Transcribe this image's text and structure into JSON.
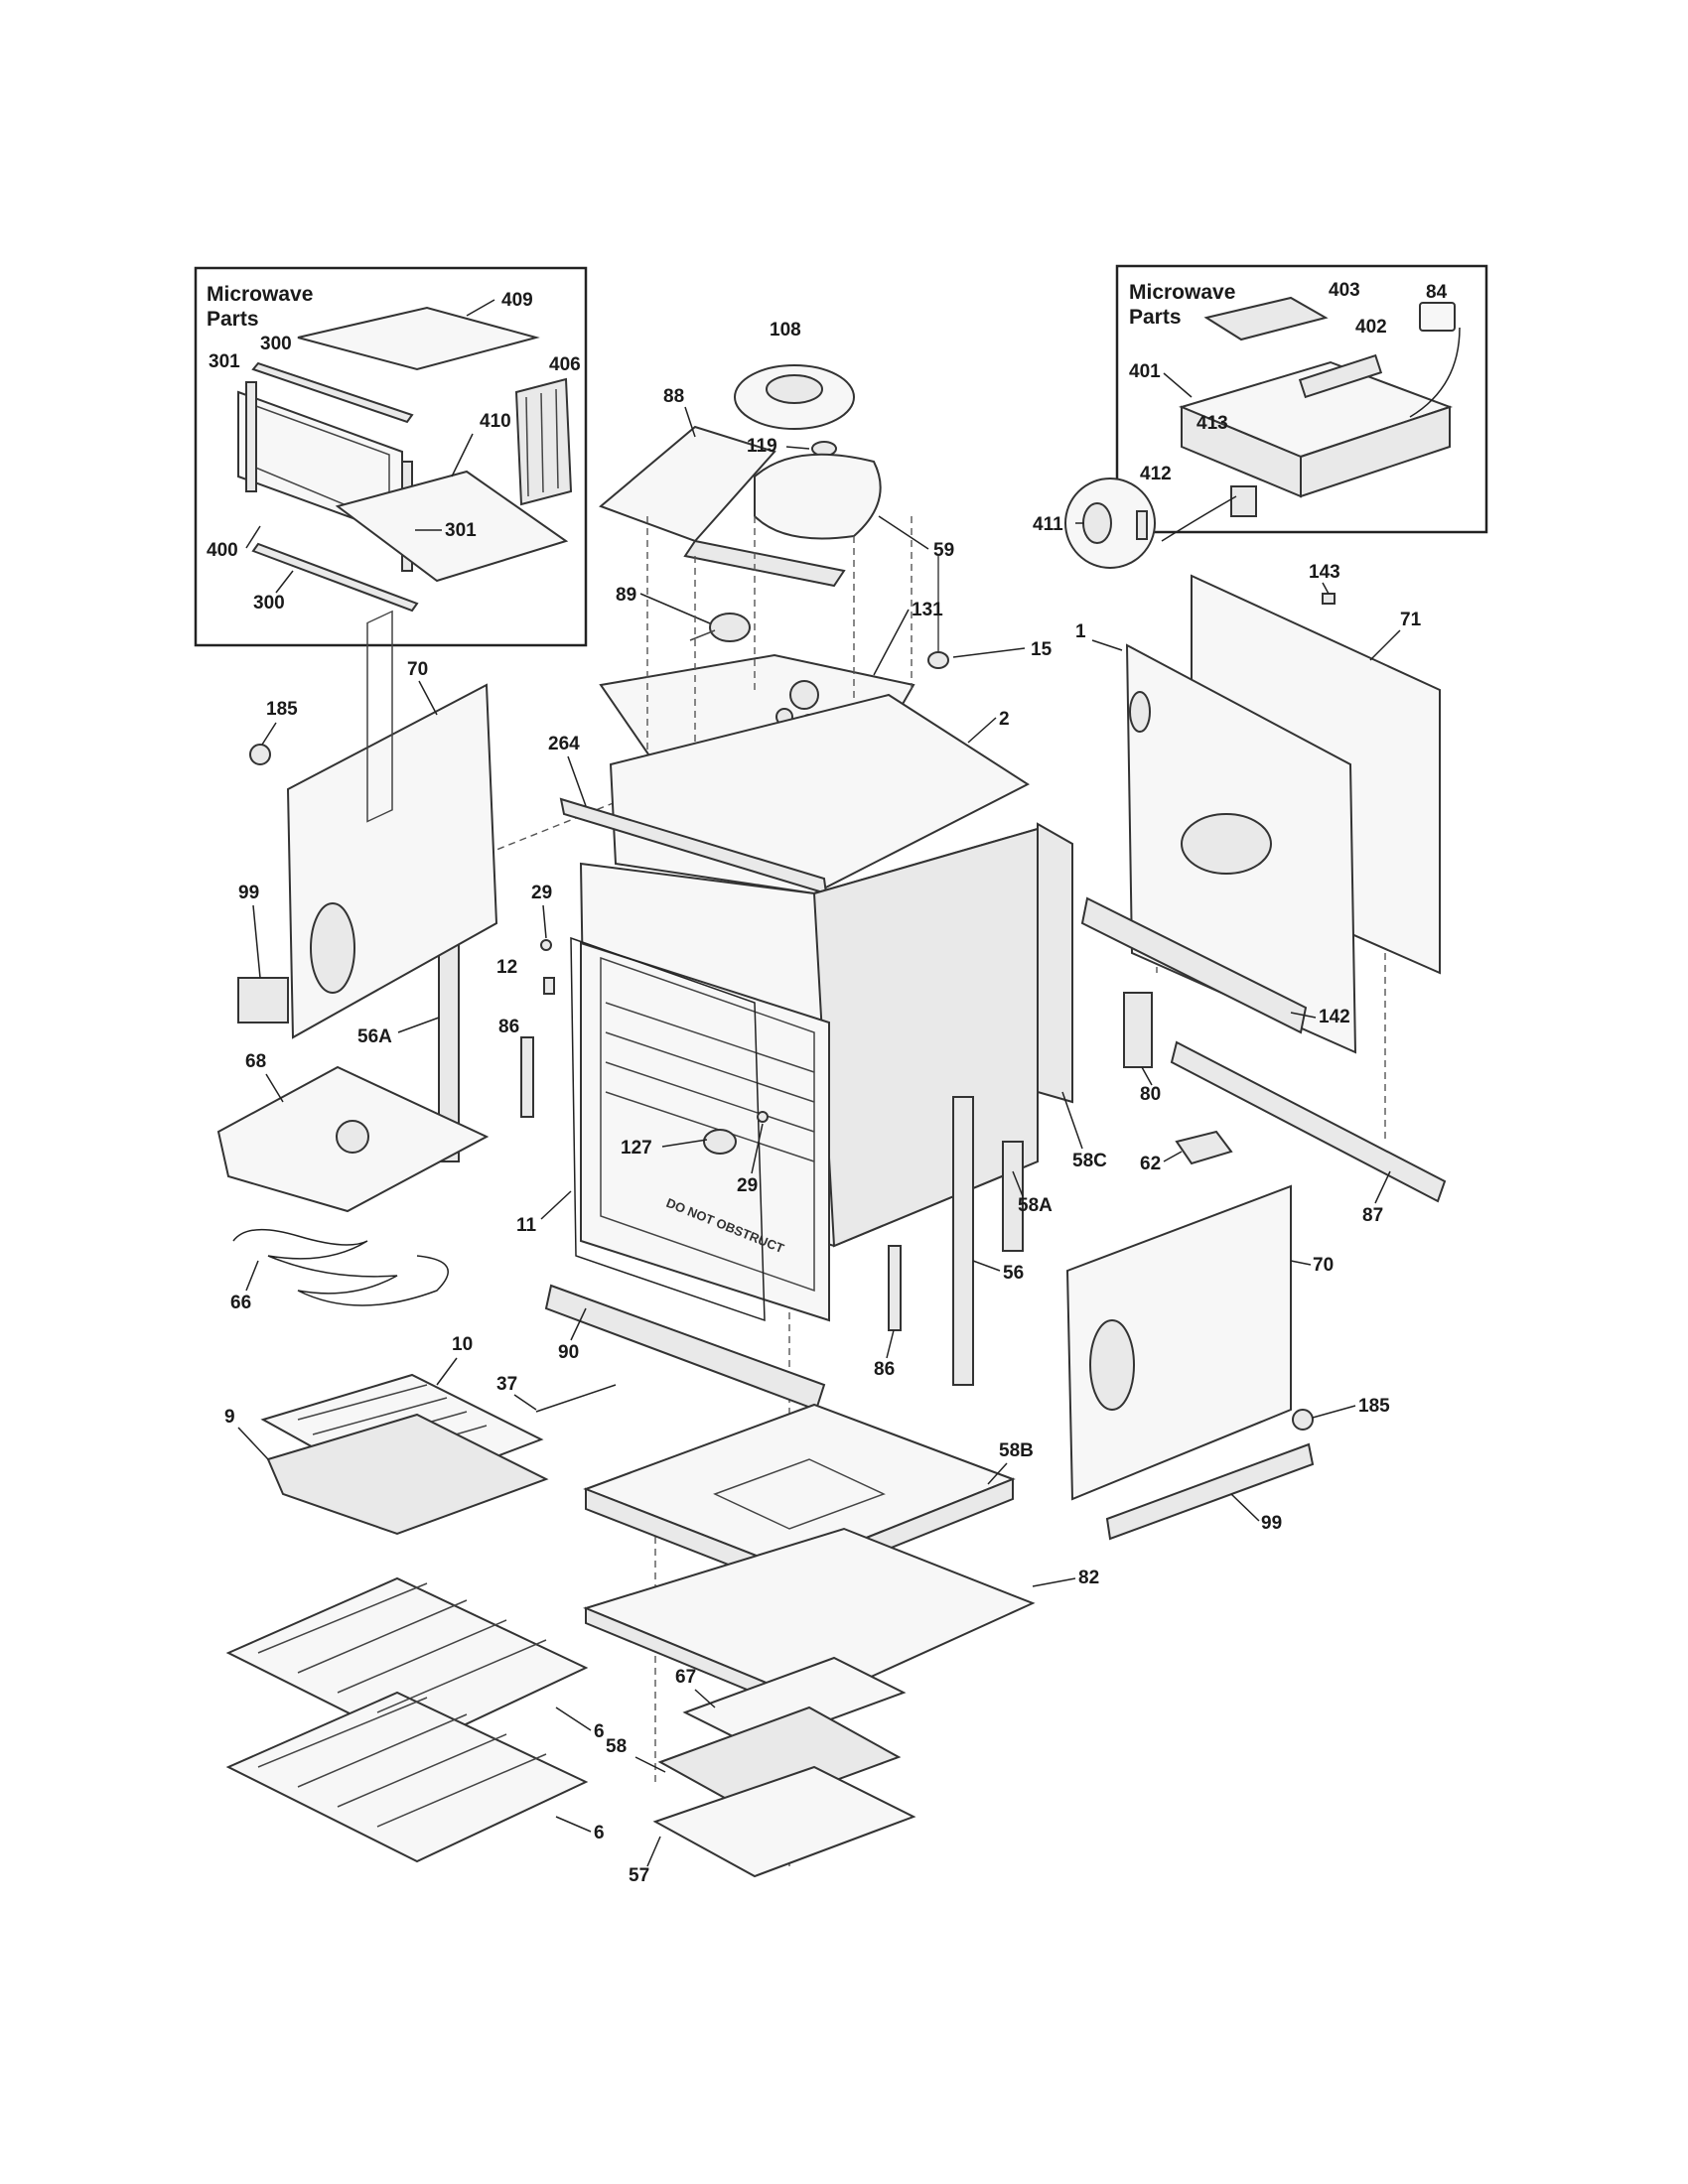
{
  "insets": {
    "left_title": "Microwave\nParts",
    "right_title": "Microwave\nParts"
  },
  "labels": {
    "l409": "409",
    "l300a": "300",
    "l301a": "301",
    "l406": "406",
    "l410": "410",
    "l400": "400",
    "l301b": "301",
    "l300b": "300",
    "l403": "403",
    "l84": "84",
    "l402": "402",
    "l401": "401",
    "l413": "413",
    "l412": "412",
    "l411": "411",
    "l108": "108",
    "l88": "88",
    "l119": "119",
    "l59": "59",
    "l89": "89",
    "l131": "131",
    "l15": "15",
    "l143": "143",
    "l71": "71",
    "l1": "1",
    "l70a": "70",
    "l185a": "185",
    "l264": "264",
    "l2": "2",
    "l99a": "99",
    "l29a": "29",
    "l12": "12",
    "l56a": "56A",
    "l86a": "86",
    "l142": "142",
    "l68": "68",
    "l127": "127",
    "l29b": "29",
    "l58c": "58C",
    "l80": "80",
    "l62": "62",
    "l87": "87",
    "l11": "11",
    "l58a": "58A",
    "l66": "66",
    "l56": "56",
    "l70b": "70",
    "l90": "90",
    "l86b": "86",
    "l10": "10",
    "l37": "37",
    "l185b": "185",
    "l9": "9",
    "l58b": "58B",
    "l99b": "99",
    "l82": "82",
    "l67": "67",
    "l58": "58",
    "l6a": "6",
    "l6b": "6",
    "l57": "57"
  },
  "door_text": "DO NOT OBSTRUCT"
}
